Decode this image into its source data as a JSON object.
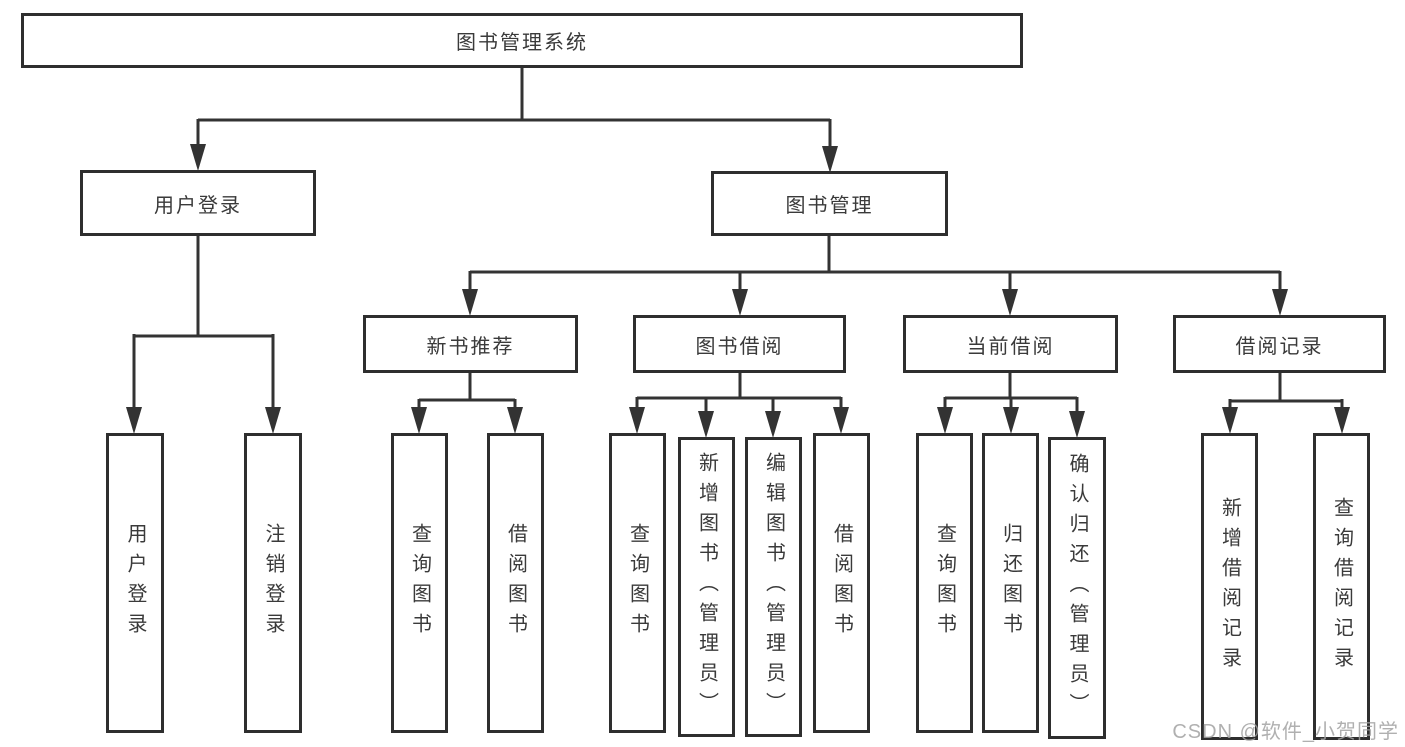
{
  "diagram": {
    "root": {
      "label": "图书管理系统"
    },
    "branches": {
      "user_login": {
        "label": "用户登录",
        "children": {
          "login": "用户登录",
          "logout": "注销登录"
        }
      },
      "book_mgmt": {
        "label": "图书管理",
        "sections": {
          "new_books": {
            "label": "新书推荐",
            "children": {
              "query": "查询图书",
              "borrow": "借阅图书"
            }
          },
          "book_borrow": {
            "label": "图书借阅",
            "children": {
              "query": "查询图书",
              "add": "新增图书（管理员）",
              "edit": "编辑图书（管理员）",
              "borrow": "借阅图书"
            }
          },
          "current_borrow": {
            "label": "当前借阅",
            "children": {
              "query": "查询图书",
              "return": "归还图书",
              "confirm": "确认归还（管理员）"
            }
          },
          "borrow_records": {
            "label": "借阅记录",
            "children": {
              "add": "新增借阅记录",
              "query": "查询借阅记录"
            }
          }
        }
      }
    }
  },
  "watermark": {
    "text": "CSDN @软件_小贺同学"
  },
  "colors": {
    "line": "#333333",
    "box_border": "#2e2e2e",
    "text": "#3a3a3a",
    "watermark": "#a2a2a2",
    "background": "#ffffff"
  }
}
